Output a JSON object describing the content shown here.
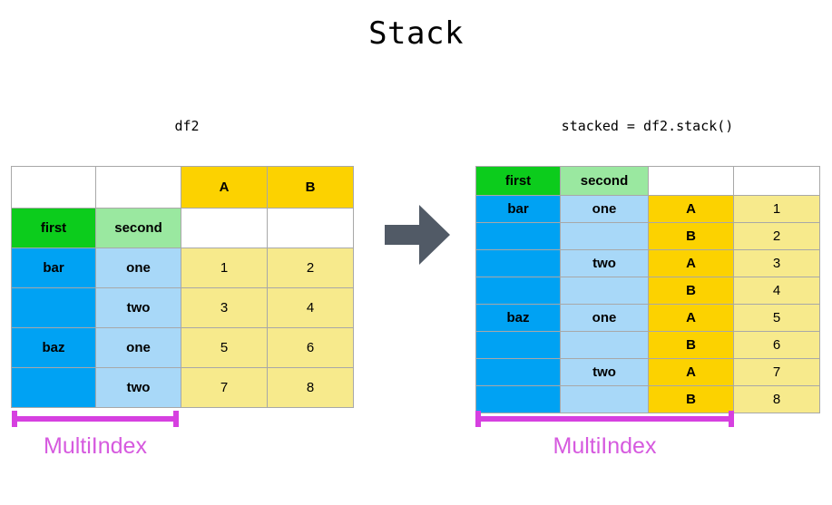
{
  "title": "Stack",
  "left_panel": {
    "caption": "df2",
    "multiindex_label": "MultiIndex",
    "table": {
      "header_row": [
        "",
        "",
        "A",
        "B"
      ],
      "index_name_row": [
        "first",
        "second",
        "",
        ""
      ],
      "rows": [
        {
          "first": "bar",
          "second": "one",
          "A": "1",
          "B": "2"
        },
        {
          "first": "",
          "second": "two",
          "A": "3",
          "B": "4"
        },
        {
          "first": "baz",
          "second": "one",
          "A": "5",
          "B": "6"
        },
        {
          "first": "",
          "second": "two",
          "A": "7",
          "B": "8"
        }
      ]
    }
  },
  "right_panel": {
    "caption": "stacked = df2.stack()",
    "multiindex_label": "MultiIndex",
    "table": {
      "header_row": [
        "first",
        "second",
        "",
        ""
      ],
      "rows": [
        {
          "first": "bar",
          "second": "one",
          "label": "A",
          "value": "1"
        },
        {
          "first": "",
          "second": "",
          "label": "B",
          "value": "2"
        },
        {
          "first": "",
          "second": "two",
          "label": "A",
          "value": "3"
        },
        {
          "first": "",
          "second": "",
          "label": "B",
          "value": "4"
        },
        {
          "first": "baz",
          "second": "one",
          "label": "A",
          "value": "5"
        },
        {
          "first": "",
          "second": "",
          "label": "B",
          "value": "6"
        },
        {
          "first": "",
          "second": "two",
          "label": "A",
          "value": "7"
        },
        {
          "first": "",
          "second": "",
          "label": "B",
          "value": "8"
        }
      ]
    }
  },
  "arrow": {
    "icon": "arrow-right-icon",
    "color": "#515a66"
  },
  "colors": {
    "index_level1_header": "#0ccc1c",
    "index_level2_header": "#9ae8a0",
    "index_level1_cell": "#00a2f3",
    "index_level2_cell": "#a8d8f8",
    "column_header": "#fcd200",
    "value_cell": "#f7ea8c",
    "multiindex_accent": "#d640e0",
    "background": "#ffffff"
  }
}
